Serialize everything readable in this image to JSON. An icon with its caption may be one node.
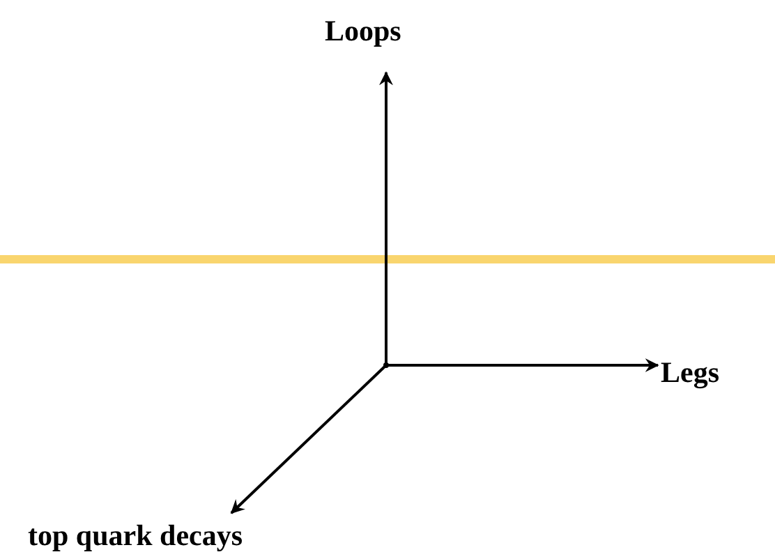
{
  "diagram": {
    "nodes": [
      {
        "text": [],
        "shape": "point"
      },
      {
        "text": [
          "Loops"
        ]
      },
      {
        "text": [
          "Legs"
        ]
      },
      {
        "text": [
          "top quark decays"
        ]
      }
    ],
    "edges": [
      {
        "from": 0,
        "to": 1,
        "arrow": "to"
      },
      {
        "from": 0,
        "to": 2,
        "arrow": "to"
      },
      {
        "from": 0,
        "to": 3,
        "arrow": "to"
      }
    ]
  }
}
